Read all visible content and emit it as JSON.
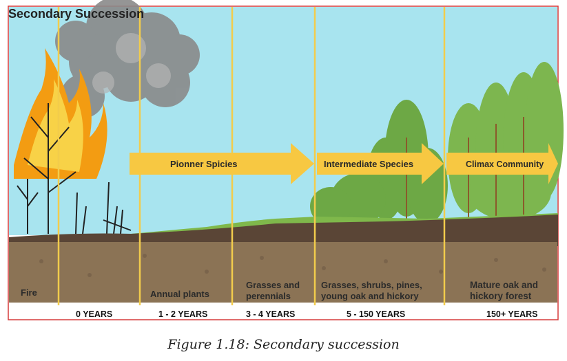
{
  "title": "Secondary Succession",
  "caption": "Figure 1.18: Secondary succession",
  "arrows": [
    {
      "label": "Pionner Spicies"
    },
    {
      "label": "Intermediate Species"
    },
    {
      "label": "Climax Community"
    }
  ],
  "stages": [
    {
      "lines": [
        "Fire"
      ]
    },
    {
      "lines": [
        "Annual plants"
      ]
    },
    {
      "lines": [
        "Grasses and",
        "perennials"
      ]
    },
    {
      "lines": [
        "Grasses, shrubs, pines,",
        "young oak and hickory"
      ]
    },
    {
      "lines": [
        "Mature oak and",
        "hickory forest"
      ]
    }
  ],
  "years": [
    "0 YEARS",
    "1 - 2 YEARS",
    "3 - 4 YEARS",
    "5 - 150 YEARS",
    "150+ YEARS"
  ],
  "colors": {
    "sky": "#a8e4ef",
    "soil_top": "#5a4536",
    "soil": "#8b7355",
    "divider": "#f2cc4c",
    "arrow": "#f7c842",
    "frame": "#d63a3a",
    "grass": "#7fb84b",
    "tree": "#6da845",
    "smoke": "#808080",
    "fire": "#f39c12"
  }
}
